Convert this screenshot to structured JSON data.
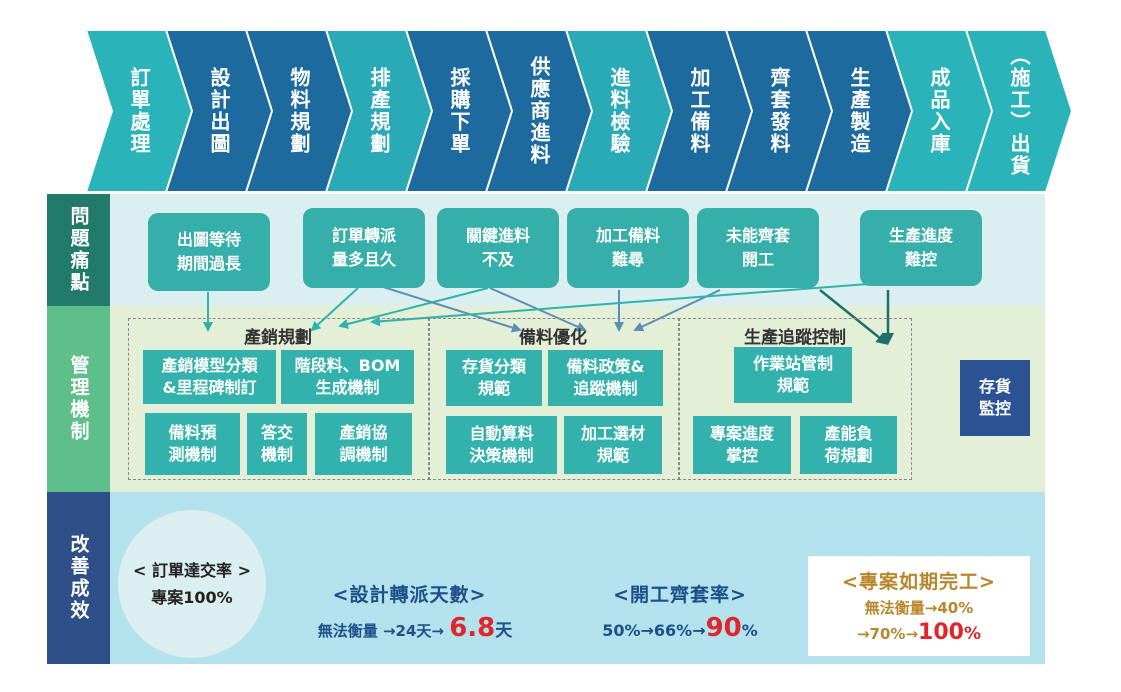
{
  "process_steps": [
    {
      "label": "訂單處理",
      "color": "#2bb3ba"
    },
    {
      "label": "設計出圖",
      "color": "#1c6a9e"
    },
    {
      "label": "物料規劃",
      "color": "#1c6a9e"
    },
    {
      "label": "排產規劃",
      "color": "#2aa9b6"
    },
    {
      "label": "採購下單",
      "color": "#1c6a9e"
    },
    {
      "label": "供應商進料",
      "color": "#1c6a9e"
    },
    {
      "label": "進料檢驗",
      "color": "#2aa9b6"
    },
    {
      "label": "加工備料",
      "color": "#1c6a9e"
    },
    {
      "label": "齊套發料",
      "color": "#1c6a9e"
    },
    {
      "label": "生產製造",
      "color": "#1c6a9e"
    },
    {
      "label": "成品入庫",
      "color": "#2bb3ba"
    },
    {
      "label": "（施工）出貨",
      "color": "#2bb3ba"
    }
  ],
  "sections": {
    "pain_points": "問題痛點",
    "mechanisms": "管理機制",
    "results": "改善成效"
  },
  "pain_points": [
    {
      "line1": "出圖等待",
      "line2": "期間過長"
    },
    {
      "line1": "訂單轉派",
      "line2": "量多且久"
    },
    {
      "line1": "關鍵進料",
      "line2": "不及"
    },
    {
      "line1": "加工備料",
      "line2": "難尋"
    },
    {
      "line1": "未能齊套",
      "line2": "開工"
    },
    {
      "line1": "生產進度",
      "line2": "難控"
    }
  ],
  "groups": {
    "production_planning": {
      "title": "產銷規劃",
      "boxes": [
        {
          "line1": "產銷模型分類",
          "line2": "&里程碑制訂"
        },
        {
          "line1": "階段料、BOM",
          "line2": "生成機制"
        },
        {
          "line1": "備料預",
          "line2": "測機制"
        },
        {
          "line1": "答交",
          "line2": "機制"
        },
        {
          "line1": "產銷協",
          "line2": "調機制"
        }
      ]
    },
    "material_optimization": {
      "title": "備料優化",
      "boxes": [
        {
          "line1": "存貨分類",
          "line2": "規範"
        },
        {
          "line1": "備料政策&",
          "line2": "追蹤機制"
        },
        {
          "line1": "自動算料",
          "line2": "決策機制"
        },
        {
          "line1": "加工選材",
          "line2": "規範"
        }
      ]
    },
    "production_tracking": {
      "title": "生產追蹤控制",
      "boxes": [
        {
          "line1": "作業站管制",
          "line2": "規範"
        },
        {
          "line1": "專案進度",
          "line2": "掌控"
        },
        {
          "line1": "產能負",
          "line2": "荷規劃"
        }
      ]
    }
  },
  "inventory_box": {
    "line1": "存貨",
    "line2": "監控"
  },
  "results": {
    "order_rate": {
      "title": "< 訂單達交率 >",
      "value": "專案100%"
    },
    "design_days": {
      "title": "<設計轉派天數>",
      "from": "無法衡量",
      "arrow1": "→",
      "mid": "24天",
      "arrow2": "→",
      "big": "6.8",
      "unit": "天"
    },
    "kit_rate": {
      "title": "<開工齊套率>",
      "from": "50%",
      "arrow1": "→",
      "mid": "66%",
      "arrow2": "→",
      "big": "90",
      "unit": "%"
    },
    "on_time": {
      "title": "<專案如期完工>",
      "line1": "無法衡量→40%",
      "line2_prefix": "→70%→",
      "big": "100",
      "unit": "%"
    }
  },
  "colors": {
    "dark_blue": "#1c6a9e",
    "teal": "#2bb3ba",
    "bubble": "#36aeaa",
    "header_teal": "#217a6a",
    "header_green": "#5fbf8a",
    "header_navy": "#2f4f88",
    "pain_bg": "#dceff0",
    "mech_bg": "#e4efd7",
    "result_bg": "#b3e1ec",
    "highlight_red": "#e0262a",
    "gold": "#b8862b",
    "inventory": "#2b5394"
  }
}
